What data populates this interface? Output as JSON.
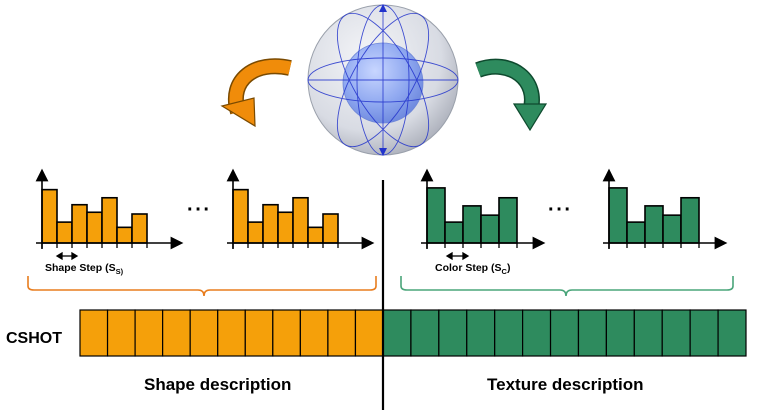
{
  "descriptor_label": "CSHOT",
  "shape_step": {
    "text": "Shape Step (S",
    "sub": "S)",
    "close": ""
  },
  "color_step": {
    "text": "Color Step (S",
    "sub": "C",
    "close": ")"
  },
  "shape_description": "Shape description",
  "texture_description": "Texture description",
  "ellipsis_left": "· · ·",
  "ellipsis_right": "· · ·",
  "colors": {
    "shape": "#f5a00a",
    "shape_stroke": "#1a1a1a",
    "texture": "#2e8b5e",
    "shape_brace": "#e87d1e",
    "texture_brace": "#4aa57a",
    "shape_arrow": "#f08c0a",
    "texture_arrow": "#2e8b5e",
    "sphere_outer": "#d9dde6",
    "sphere_inner": "#8fa8f0",
    "sphere_lines": "#2233cc"
  },
  "histograms": {
    "shape": [
      0.92,
      0.36,
      0.66,
      0.53,
      0.78,
      0.27,
      0.5
    ],
    "texture": [
      0.95,
      0.36,
      0.64,
      0.48,
      0.78
    ]
  },
  "descriptor_cells": {
    "shape": 11,
    "texture": 13
  }
}
